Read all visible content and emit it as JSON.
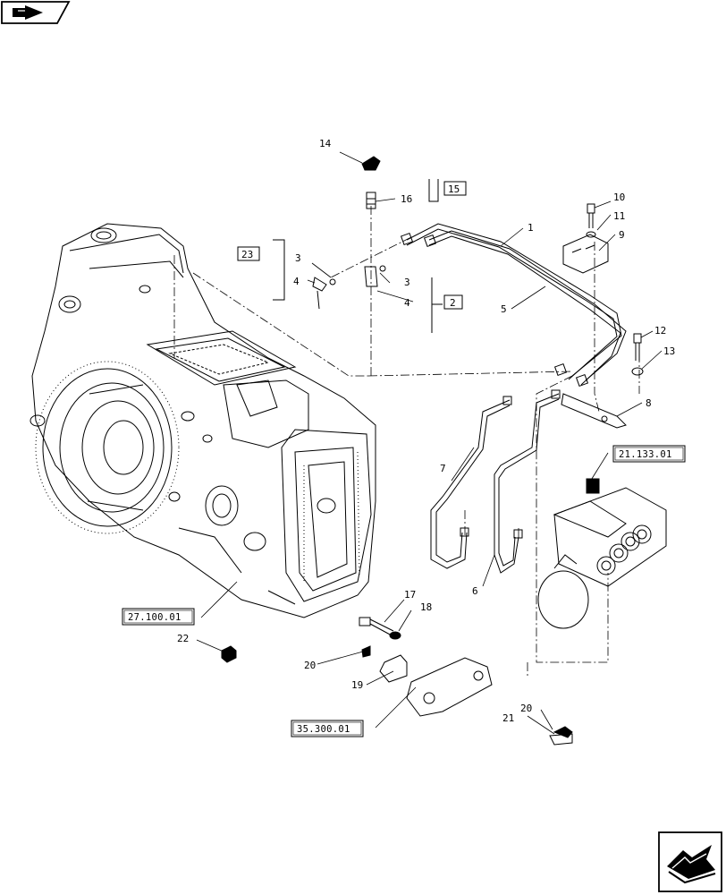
{
  "header": {
    "prev_icon": "arrow-right-icon"
  },
  "footer": {
    "next_icon": "arrow-icon"
  },
  "callouts": {
    "c1": "1",
    "c2": "2",
    "c3a": "3",
    "c3b": "3",
    "c4a": "4",
    "c4b": "4",
    "c5": "5",
    "c6": "6",
    "c7": "7",
    "c8": "8",
    "c9": "9",
    "c10": "10",
    "c11": "11",
    "c12": "12",
    "c13": "13",
    "c14": "14",
    "c15": "15",
    "c16": "16",
    "c17": "17",
    "c18": "18",
    "c19": "19",
    "c20a": "20",
    "c20b": "20",
    "c21": "21",
    "c22": "22",
    "c23": "23"
  },
  "refs": {
    "r27": "27.100.01",
    "r21": "21.133.01",
    "r35": "35.300.01"
  }
}
